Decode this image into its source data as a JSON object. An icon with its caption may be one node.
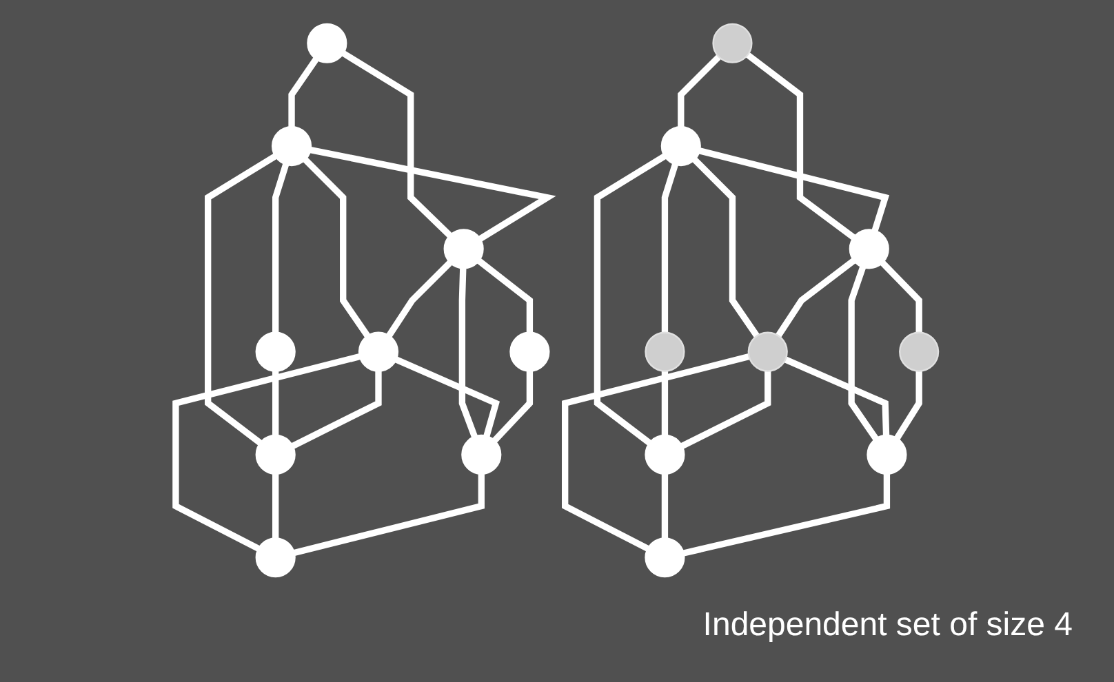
{
  "diagram": {
    "nodes": [
      {
        "text": [],
        "shape": "circle"
      },
      {
        "text": [],
        "shape": "circle"
      },
      {
        "text": [],
        "shape": "circle"
      },
      {
        "text": [],
        "shape": "circle"
      },
      {
        "text": [],
        "shape": "circle"
      },
      {
        "text": [],
        "shape": "circle"
      },
      {
        "text": [],
        "shape": "circle"
      },
      {
        "text": [],
        "shape": "circle"
      },
      {
        "text": [],
        "shape": "circle"
      },
      {
        "text": [],
        "shape": "circle"
      },
      {
        "text": [],
        "shape": "circle"
      },
      {
        "text": [],
        "shape": "circle"
      },
      {
        "text": [],
        "shape": "circle"
      },
      {
        "text": [],
        "shape": "circle"
      },
      {
        "text": [],
        "shape": "circle"
      },
      {
        "text": [],
        "shape": "circle"
      },
      {
        "text": [],
        "shape": "circle"
      },
      {
        "text": [],
        "shape": "circle"
      }
    ],
    "edges": [
      {
        "from": 0,
        "to": 1,
        "arrow": "none"
      },
      {
        "from": 1,
        "to": 2,
        "arrow": "none"
      },
      {
        "from": 0,
        "to": 3,
        "arrow": "none"
      },
      {
        "from": 1,
        "to": 3,
        "arrow": "none"
      },
      {
        "from": 1,
        "to": 4,
        "arrow": "none"
      },
      {
        "from": 1,
        "to": 5,
        "arrow": "none"
      },
      {
        "from": 2,
        "to": 5,
        "arrow": "none"
      },
      {
        "from": 3,
        "to": 4,
        "arrow": "none"
      },
      {
        "from": 4,
        "to": 5,
        "arrow": "none"
      },
      {
        "from": 3,
        "to": 6,
        "arrow": "none"
      },
      {
        "from": 3,
        "to": 7,
        "arrow": "none"
      },
      {
        "from": 4,
        "to": 7,
        "arrow": "none"
      },
      {
        "from": 4,
        "to": 8,
        "arrow": "none"
      },
      {
        "from": 5,
        "to": 8,
        "arrow": "none"
      },
      {
        "from": 6,
        "to": 7,
        "arrow": "none"
      },
      {
        "from": 7,
        "to": 8,
        "arrow": "none"
      },
      {
        "from": 9,
        "to": 10,
        "arrow": "none"
      },
      {
        "from": 10,
        "to": 11,
        "arrow": "none"
      },
      {
        "from": 9,
        "to": 12,
        "arrow": "none"
      },
      {
        "from": 10,
        "to": 12,
        "arrow": "none"
      },
      {
        "from": 10,
        "to": 13,
        "arrow": "none"
      },
      {
        "from": 10,
        "to": 14,
        "arrow": "none"
      },
      {
        "from": 11,
        "to": 14,
        "arrow": "none"
      },
      {
        "from": 12,
        "to": 13,
        "arrow": "none"
      },
      {
        "from": 13,
        "to": 14,
        "arrow": "none"
      },
      {
        "from": 12,
        "to": 15,
        "arrow": "none"
      },
      {
        "from": 12,
        "to": 16,
        "arrow": "none"
      },
      {
        "from": 13,
        "to": 16,
        "arrow": "none"
      },
      {
        "from": 13,
        "to": 17,
        "arrow": "none"
      },
      {
        "from": 14,
        "to": 17,
        "arrow": "none"
      },
      {
        "from": 15,
        "to": 16,
        "arrow": "none"
      },
      {
        "from": 16,
        "to": 17,
        "arrow": "none"
      }
    ],
    "labels": [
      "Independent set of size 4"
    ]
  }
}
